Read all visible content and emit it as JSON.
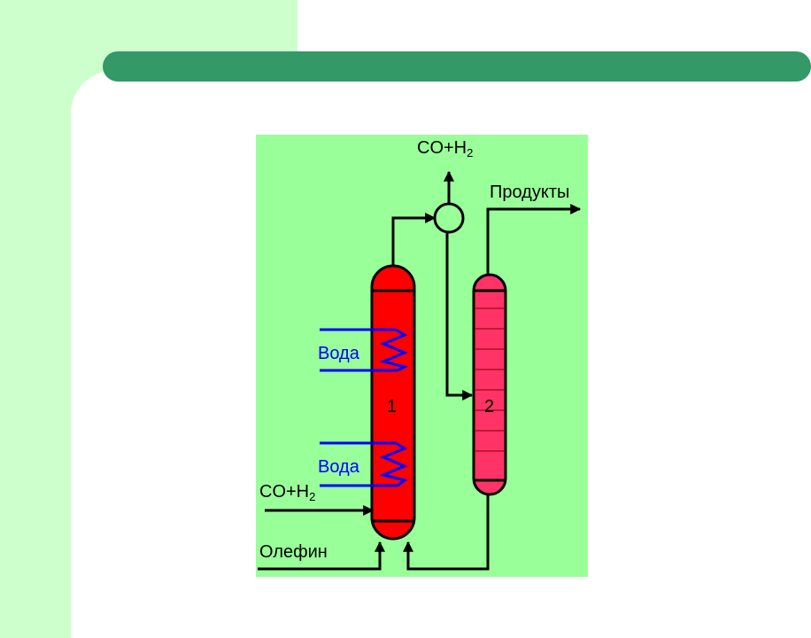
{
  "colors": {
    "side_panel": "#ccffcc",
    "title_bar": "#339966",
    "diagram_background": "#99ff99",
    "reactor_1": "#ff0000",
    "column_2": "#ff3366",
    "water_coil": "#0000ff"
  },
  "diagram": {
    "labels": {
      "top_gas_main": "CO+H",
      "top_gas_sub": "2",
      "products": "Продукты",
      "water_upper": "Вода",
      "water_lower": "Вода",
      "feed_gas_main": "CO+H",
      "feed_gas_sub": "2",
      "olefin": "Олефин",
      "reactor_number": "1",
      "column_number": "2"
    },
    "icons": [
      "separator-circle-icon",
      "heat-exchange-coil-icon",
      "flow-arrow-icon"
    ]
  }
}
